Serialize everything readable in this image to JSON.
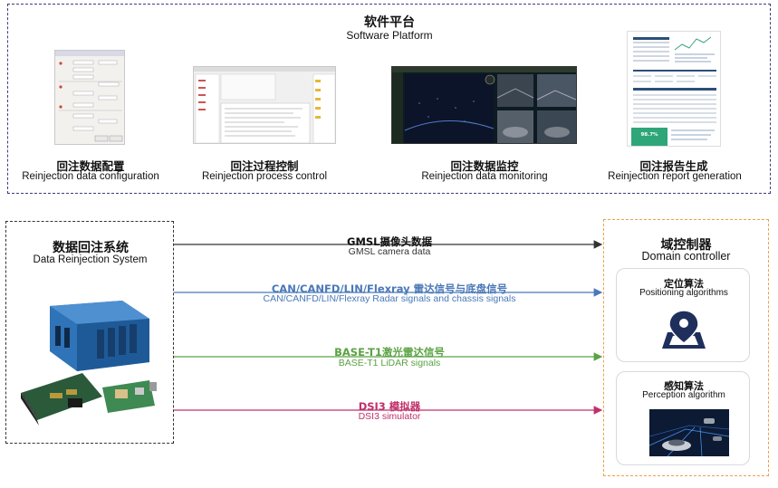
{
  "software_platform": {
    "title_cn": "软件平台",
    "title_en": "Software Platform",
    "items": [
      {
        "cn": "回注数据配置",
        "en": "Reinjection data configuration"
      },
      {
        "cn": "回注过程控制",
        "en": "Reinjection process control"
      },
      {
        "cn": "回注数据监控",
        "en": "Reinjection data monitoring"
      },
      {
        "cn": "回注报告生成",
        "en": "Reinjection report generation"
      }
    ],
    "report_highlight": "98.7%"
  },
  "reinjection_system": {
    "title_cn": "数据回注系统",
    "title_en": "Data Reinjection System"
  },
  "signals": [
    {
      "cn": "GMSL摄像头数据",
      "en": "GMSL camera data",
      "color": "#333333"
    },
    {
      "cn": "CAN/CANFD/LIN/Flexray 雷达信号与底盘信号",
      "en": "CAN/CANFD/LIN/Flexray Radar signals and chassis signals",
      "color": "#4a78b8"
    },
    {
      "cn": "BASE-T1激光雷达信号",
      "en": "BASE-T1 LiDAR signals",
      "color": "#5aa243"
    },
    {
      "cn": "DSI3 模拟器",
      "en": "DSI3 simulator",
      "color": "#c0306a"
    }
  ],
  "domain_controller": {
    "title_cn": "域控制器",
    "title_en": "Domain controller",
    "positioning": {
      "cn": "定位算法",
      "en": "Positioning algorithms"
    },
    "perception": {
      "cn": "感知算法",
      "en": "Perception algorithm"
    }
  },
  "colors": {
    "top_border": "#3b3f7a",
    "dc_border": "#f0a04b",
    "icon_navy": "#1f2f5c"
  }
}
